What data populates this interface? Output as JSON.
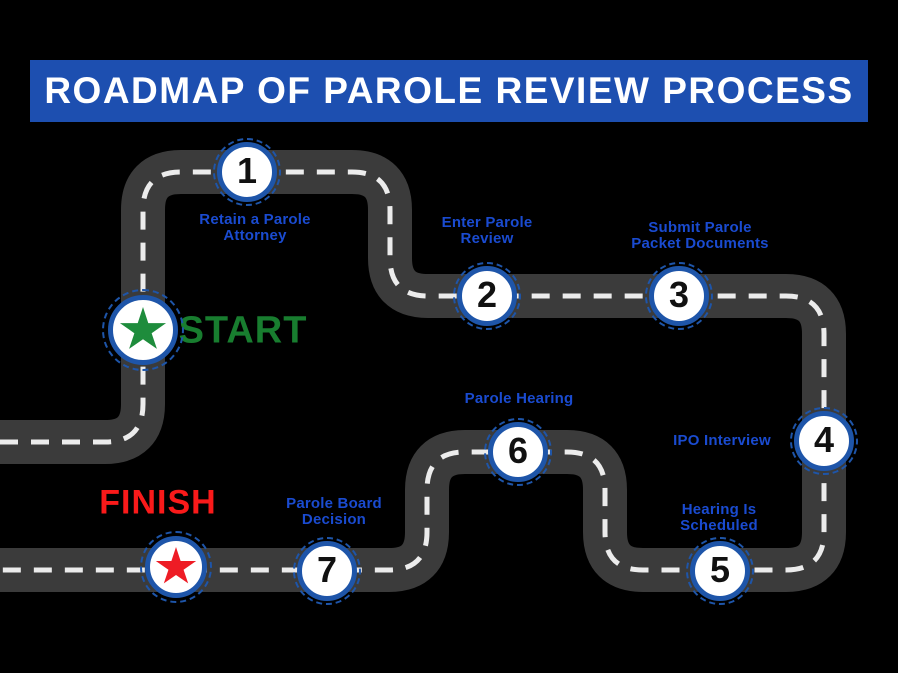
{
  "banner": {
    "title": "ROADMAP OF PAROLE REVIEW PROCESS"
  },
  "start": {
    "label": "START"
  },
  "finish": {
    "label": "FINISH"
  },
  "steps": [
    {
      "number": "1",
      "label": "Retain a Parole Attorney",
      "lines": [
        "Retain a Parole",
        "Attorney"
      ]
    },
    {
      "number": "2",
      "label": "Enter Parole Review",
      "lines": [
        "Enter Parole",
        "Review"
      ]
    },
    {
      "number": "3",
      "label": "Submit Parole Packet Documents",
      "lines": [
        "Submit Parole",
        "Packet Documents"
      ]
    },
    {
      "number": "4",
      "label": "IPO Interview",
      "lines": [
        "IPO Interview"
      ]
    },
    {
      "number": "5",
      "label": "Hearing Is Scheduled",
      "lines": [
        "Hearing Is",
        "Scheduled"
      ]
    },
    {
      "number": "6",
      "label": "Parole Hearing",
      "lines": [
        "Parole Hearing"
      ]
    },
    {
      "number": "7",
      "label": "Parole Board Decision",
      "lines": [
        "Parole Board",
        "Decision"
      ]
    }
  ],
  "colors": {
    "background": "#000000",
    "banner-blue": "#1d4fb0",
    "label-blue": "#1a4bd0",
    "ring-blue": "#1e55a9",
    "road-gray": "#3b3b3b",
    "dash-white": "#ececec",
    "start-green": "#1e8c3c",
    "start-text-green": "#187d2f",
    "finish-red": "#ee1c25",
    "finish-text-red": "#fa1a1a",
    "number-black": "#111111"
  }
}
